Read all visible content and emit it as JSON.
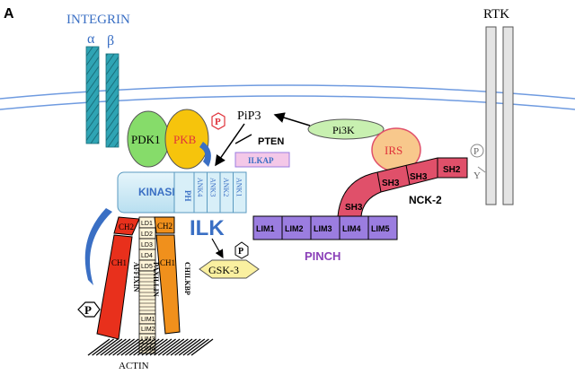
{
  "panel_label": "A",
  "membrane": {
    "integrin_label": "INTEGRIN",
    "alpha": "α",
    "beta": "β",
    "rtk_label": "RTK"
  },
  "kinase_complex": {
    "pdk1": "PDK1",
    "pkb": "PKB",
    "p_pkb": "P",
    "pip3": "PiP3",
    "pten": "PTEN",
    "pi3k": "Pi3K",
    "irs": "IRS",
    "p_rtk": "P",
    "y_rtk": "Y",
    "ilkap": "ILKAP"
  },
  "ilk": {
    "label": "ILK",
    "kinase": "KINASE",
    "ph": "PH",
    "ank": [
      "ANK4",
      "ANK3",
      "ANK2",
      "ANK1"
    ]
  },
  "pinch": {
    "label": "PINCH",
    "lims": [
      "LIM1",
      "LIM2",
      "LIM3",
      "LIM4",
      "LIM5"
    ]
  },
  "nck2": {
    "label": "NCK-2",
    "sh3": "SH3",
    "sh2": "SH2"
  },
  "gsk3": {
    "label": "GSK-3",
    "p": "P"
  },
  "affixin": {
    "label": "AFFIXIN",
    "ch2": "CH2",
    "ch1": "CH1",
    "p": "P"
  },
  "paxillin": {
    "label": "PAXILLIN",
    "ld": [
      "LD1",
      "LD2",
      "LD3",
      "LD4",
      "LD5"
    ],
    "lim": [
      "LIM1",
      "LIM2",
      "LIM3",
      "LIM4"
    ]
  },
  "chilkbp": {
    "label": "CHILKBP",
    "ch2": "CH2",
    "ch1": "CH1"
  },
  "actin": {
    "label": "ACTIN"
  },
  "colors": {
    "integrin": "#2fa4b4",
    "blue_label": "#3a6fc4",
    "ilk_body": "#cfe9f4",
    "pinch": "#9b7de0",
    "pinch_text": "#8a3fb8",
    "nck": "#e0506a",
    "pdk1": "#86dc6a",
    "pkb": "#f6c40c",
    "pkb_text": "#e0323a",
    "pi3k": "#c8f0b0",
    "irs": "#f8c88c",
    "affixin": "#e8301c",
    "chilkbp": "#f0901c",
    "gsk3": "#faf0a0",
    "ilkap": "#f4c8e8"
  }
}
